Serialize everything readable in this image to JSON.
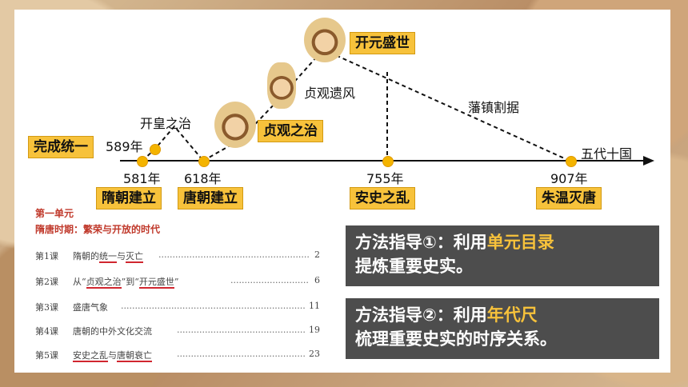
{
  "timeline": {
    "events": [
      {
        "id": "wcty",
        "label": "完成统一"
      },
      {
        "id": "year589",
        "label": "589年"
      },
      {
        "id": "kaihuang",
        "label": "开皇之治"
      },
      {
        "id": "year581",
        "label": "581年"
      },
      {
        "id": "year618",
        "label": "618年"
      },
      {
        "id": "sui",
        "label": "隋朝建立"
      },
      {
        "id": "tang",
        "label": "唐朝建立"
      },
      {
        "id": "zhenguan",
        "label": "贞观之治"
      },
      {
        "id": "zhenguan_yifeng",
        "label": "贞观遗风"
      },
      {
        "id": "kaiyuan",
        "label": "开元盛世"
      },
      {
        "id": "fanzhen",
        "label": "藩镇割据"
      },
      {
        "id": "year755",
        "label": "755年"
      },
      {
        "id": "anshi",
        "label": "安史之乱"
      },
      {
        "id": "wudai",
        "label": "五代十国"
      },
      {
        "id": "year907",
        "label": "907年"
      },
      {
        "id": "zhuwen",
        "label": "朱温灭唐"
      }
    ]
  },
  "toc": {
    "unit_title": "第一单元",
    "unit_subtitle": "隋唐时期：繁荣与开放的时代",
    "lessons": [
      {
        "lesson": "第1课",
        "title_parts": [
          "隋朝的",
          "统一",
          "与",
          "灭亡"
        ],
        "page": "2"
      },
      {
        "lesson": "第2课",
        "title_parts": [
          "从“",
          "贞观之治",
          "”到“",
          "开元盛世",
          "”"
        ],
        "page": "6"
      },
      {
        "lesson": "第3课",
        "title_parts": [
          "盛唐气象"
        ],
        "page": "11"
      },
      {
        "lesson": "第4课",
        "title_parts": [
          "唐朝的中外文化交流"
        ],
        "page": "19"
      },
      {
        "lesson": "第5课",
        "title_parts": [
          "安史之乱",
          "与",
          "唐朝衰亡"
        ],
        "page": "23"
      }
    ]
  },
  "methods": [
    {
      "prefix": "方法指导①：利用",
      "highlight": "单元目录",
      "suffix": "提炼重要史实。"
    },
    {
      "prefix": "方法指导②：利用",
      "highlight": "年代尺",
      "suffix": "梳理重要史实的时序关系。"
    }
  ],
  "colors": {
    "accent": "#f7c23b",
    "underline": "#d0262f",
    "method_bg": "#4d4d4d"
  }
}
